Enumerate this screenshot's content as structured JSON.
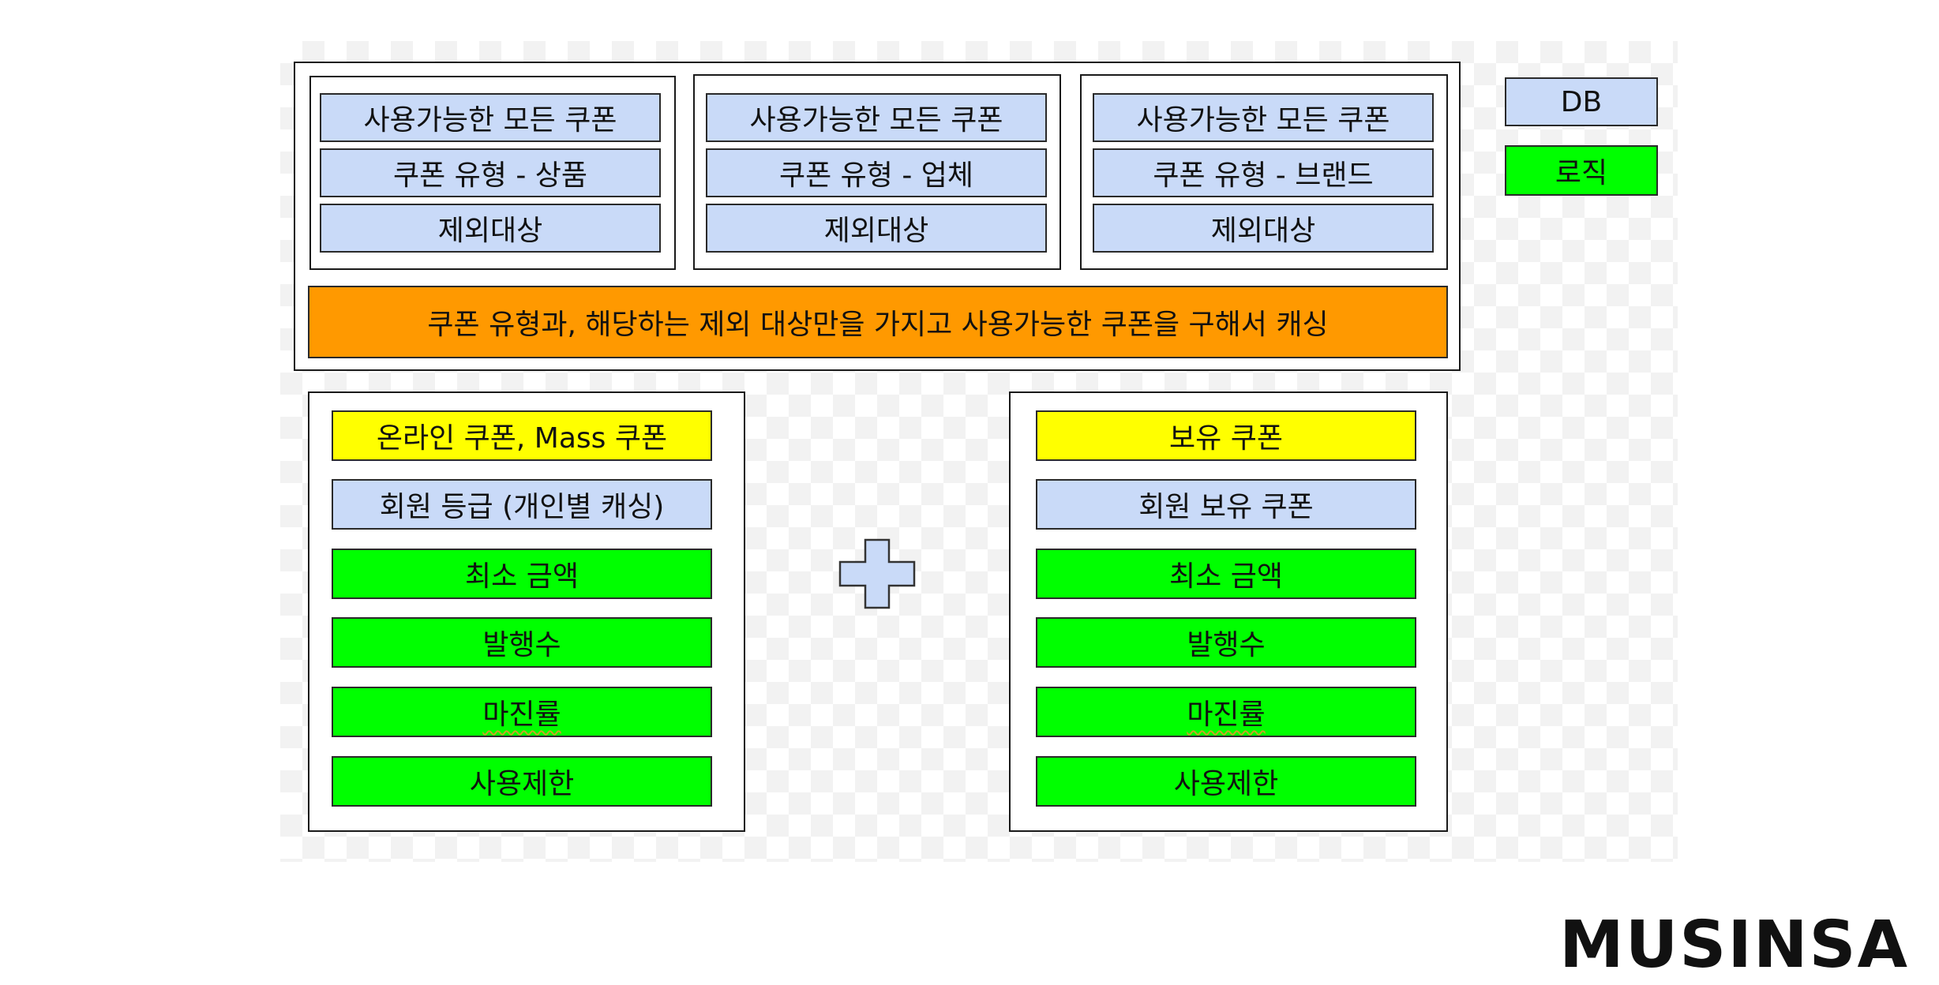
{
  "top_group": {
    "panel_left": {
      "available": "사용가능한 모든 쿠폰",
      "type": "쿠폰 유형 - 상품",
      "exclude": "제외대상"
    },
    "panel_middle": {
      "available": "사용가능한 모든 쿠폰",
      "type": "쿠폰 유형 - 업체",
      "exclude": "제외대상"
    },
    "panel_right": {
      "available": "사용가능한 모든 쿠폰",
      "type": "쿠폰 유형 - 브랜드",
      "exclude": "제외대상"
    },
    "caching_bar": "쿠폰 유형과, 해당하는 제외 대상만을 가지고 사용가능한 쿠폰을 구해서 캐싱"
  },
  "legend": {
    "db": "DB",
    "logic": "로직"
  },
  "left_stack": {
    "header": "온라인 쿠폰, Mass 쿠폰",
    "member_grade": "회원 등급 (개인별 캐싱)",
    "min_amount": "최소 금액",
    "issue_count": "발행수",
    "margin_rate": "마진률",
    "usage_limit": "사용제한"
  },
  "right_stack": {
    "header": "보유 쿠폰",
    "member_coupons": "회원 보유 쿠폰",
    "min_amount": "최소 금액",
    "issue_count": "발행수",
    "margin_rate": "마진률",
    "usage_limit": "사용제한"
  },
  "brand": "MUSINSA",
  "colors": {
    "db": "#c9daf8",
    "logic": "#00ff00",
    "highlight": "#ffff00",
    "caching": "#ff9900"
  },
  "icons": {
    "plus": "plus-icon"
  }
}
